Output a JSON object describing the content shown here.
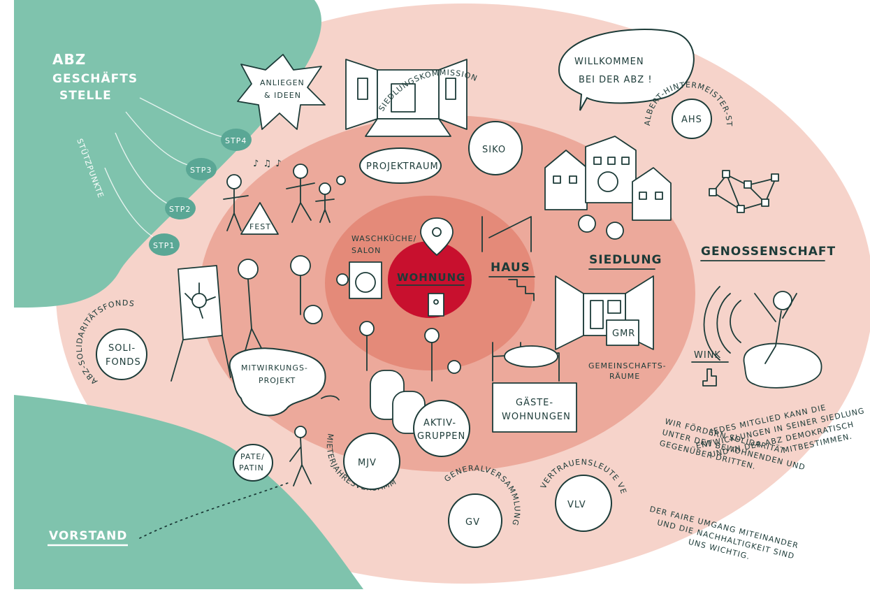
{
  "colors": {
    "green_area": "#7fc3ad",
    "green_dark": "#5aa795",
    "outer_ring": "#f6d3ca",
    "middle_ring": "#eca99b",
    "inner_ring": "#e48a79",
    "core": "#c8102e",
    "ink": "#1c3b38"
  },
  "welcome": {
    "line1": "WILLKOMMEN",
    "line2": "BEI DER ABZ !"
  },
  "office": {
    "line1": "ABZ",
    "line2": "GESCHÄFTS",
    "line3": "STELLE",
    "stuetzpunkte": "STÜTZPUNKTE"
  },
  "stuetzpunkte": [
    "STP1",
    "STP2",
    "STP3",
    "STP4"
  ],
  "rings": {
    "core": "WOHNUNG",
    "inner": "HAUS",
    "middle": "SIEDLUNG",
    "outer": "GENOSSENSCHAFT"
  },
  "labels": {
    "anliegen": {
      "line1": "ANLIEGEN",
      "line2": "& IDEEN"
    },
    "projektraum": "PROJEKTRAUM",
    "siko": "SIKO",
    "siko_arc": "SIEDLUNGSKOMMISSION",
    "ahs": "AHS",
    "ahs_arc": "ALBERT-HINTERMEISTER-STIFTUNG",
    "fest": "FEST",
    "waschkueche": {
      "line1": "WASCHKÜCHE/",
      "line2": "SALON"
    },
    "mitwirkung": {
      "line1": "MITWIRKUNGS-",
      "line2": "PROJEKT"
    },
    "solifonds": {
      "line1": "SOLI-",
      "line2": "FONDS"
    },
    "solifonds_arc": "ABZ-SOLIDARITÄTSFONDS",
    "gmr": "GMR",
    "gemeinschaft": {
      "line1": "GEMEINSCHAFTS-",
      "line2": "RÄUME"
    },
    "gaeste": {
      "line1": "GÄSTE-",
      "line2": "WOHNUNGEN"
    },
    "aktiv": {
      "line1": "AKTIV-",
      "line2": "GRUPPEN"
    },
    "mjv": "MJV",
    "mjv_arc": "MIETERJAHRESVERSAMMLUNG",
    "gv": "GV",
    "gv_arc": "GENERALVERSAMMLUNG",
    "vlv": "VLV",
    "vlv_arc": "VERTRAUENSLEUTE VERSAMMLUNG",
    "pate": {
      "line1": "PATE/",
      "line2": "PATIN"
    },
    "vorstand": "VORSTAND",
    "wink": "WINK"
  },
  "statements": {
    "s1": [
      "JEDES MITGLIED KANN DIE",
      "ENTWICKLUNGEN IN SEINER SIEDLUNG",
      "UND IN DER ABZ DEMOKRATISCH",
      "MITBESTIMMEN."
    ],
    "s2": [
      "WIR FÖRDERN SOLIDARITÄT",
      "UNTER DEN BEWOHNENDEN UND",
      "GEGENÜBER DRITTEN."
    ],
    "s3": [
      "DER FAIRE UMGANG MITEINANDER",
      "UND DIE NACHHALTIGKEIT SIND",
      "UNS WICHTIG."
    ]
  },
  "icons": [
    "location-pin-icon",
    "door-key-icon",
    "washing-machine-icon",
    "cursor-hand-icon",
    "star-burst-icon",
    "speech-bubble-icon",
    "music-notes-icon"
  ]
}
